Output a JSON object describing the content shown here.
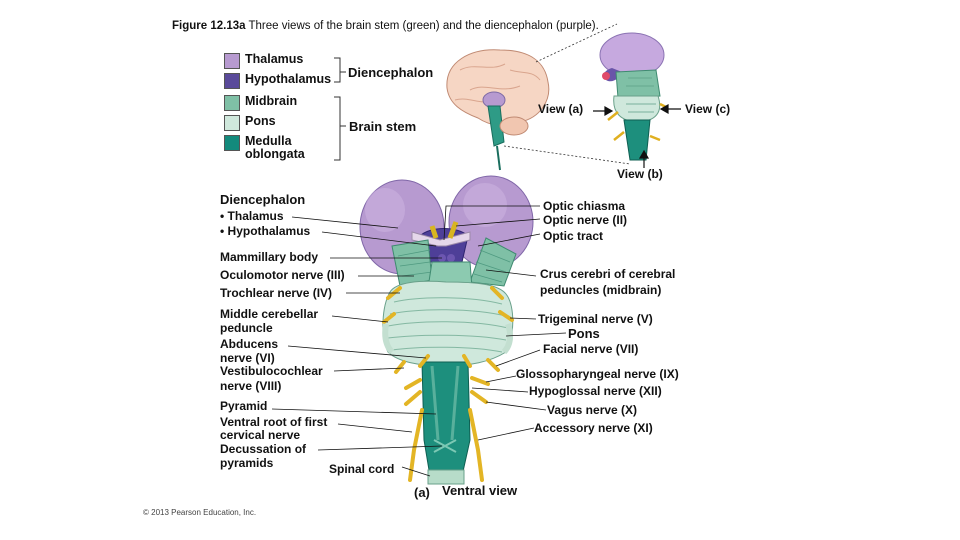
{
  "figure": {
    "number": "Figure 12.13a",
    "caption": "Three views of the brain stem (green) and the diencephalon (purple)."
  },
  "legend": {
    "items": [
      {
        "label": "Thalamus",
        "color": "#b79ad0"
      },
      {
        "label": "Hypothalamus",
        "color": "#5a4a9a"
      },
      {
        "label": "Midbrain",
        "color": "#7fc0a6"
      },
      {
        "label": "Pons",
        "color": "#cfe8dc"
      },
      {
        "label": "Medulla\noblongata",
        "color": "#138a7c"
      }
    ],
    "groups": {
      "diencephalon": "Diencephalon",
      "brain_stem": "Brain stem"
    }
  },
  "views": {
    "a": "View (a)",
    "b": "View (b)",
    "c": "View (c)"
  },
  "left_labels": {
    "diencephalon": "Diencephalon",
    "thalamus": "• Thalamus",
    "hypothalamus": "• Hypothalamus",
    "mammillary": "Mammillary body",
    "oculomotor": "Oculomotor nerve (III)",
    "trochlear": "Trochlear nerve (IV)",
    "middle_cerebellar_1": "Middle cerebellar",
    "middle_cerebellar_2": "peduncle",
    "abducens_1": "Abducens",
    "abducens_2": "nerve (VI)",
    "vestibulo_1": "Vestibulocochlear",
    "vestibulo_2": "nerve (VIII)",
    "pyramid": "Pyramid",
    "ventral_root_1": "Ventral root of first",
    "ventral_root_2": "cervical nerve",
    "decussation_1": "Decussation of",
    "decussation_2": "pyramids",
    "spinal_cord": "Spinal cord"
  },
  "right_labels": {
    "optic_chiasma": "Optic chiasma",
    "optic_nerve": "Optic nerve (II)",
    "optic_tract": "Optic tract",
    "crus_1": "Crus cerebri of cerebral",
    "crus_2": "peduncles (midbrain)",
    "trigeminal": "Trigeminal nerve (V)",
    "pons": "Pons",
    "facial": "Facial nerve (VII)",
    "glosso": "Glossopharyngeal nerve (IX)",
    "hypoglossal": "Hypoglossal nerve (XII)",
    "vagus": "Vagus nerve (X)",
    "accessory": "Accessory nerve (XI)"
  },
  "view_caption": {
    "letter": "(a)",
    "text": "Ventral view"
  },
  "copyright": "© 2013 Pearson Education, Inc."
}
